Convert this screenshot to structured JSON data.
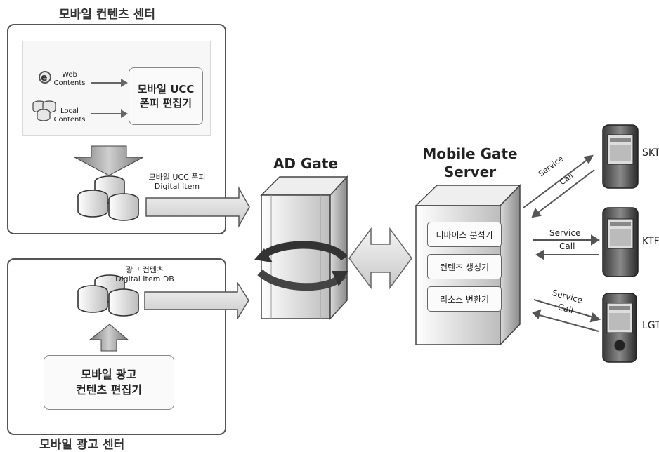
{
  "mobile_content_center": {
    "title": "모바일 컨텐츠 센터",
    "web_contents": "Web\nContents",
    "local_contents": "Local\nContents",
    "ucc_editor": "모바일 UCC\n폰피 편집기",
    "digital_item_label": "모바일 UCC 폰피\nDigital Item"
  },
  "mobile_ad_center": {
    "title": "모바일 광고 센터",
    "db_label": "광고 컨텐츠\nDigital Item DB",
    "ad_editor": "모바일 광고\n컨텐츠 편집기"
  },
  "ad_gate": {
    "title": "AD Gate"
  },
  "mobile_gate_server": {
    "title": "Mobile Gate\nServer",
    "modules": [
      "디바이스 분석기",
      "컨텐츠 생성기",
      "리소스 변환기"
    ]
  },
  "carriers": [
    {
      "name": "SKT",
      "service": "Service",
      "call": "Call"
    },
    {
      "name": "KTF",
      "service": "Service",
      "call": "Call"
    },
    {
      "name": "LGT",
      "service": "Service",
      "call": "Call"
    }
  ]
}
